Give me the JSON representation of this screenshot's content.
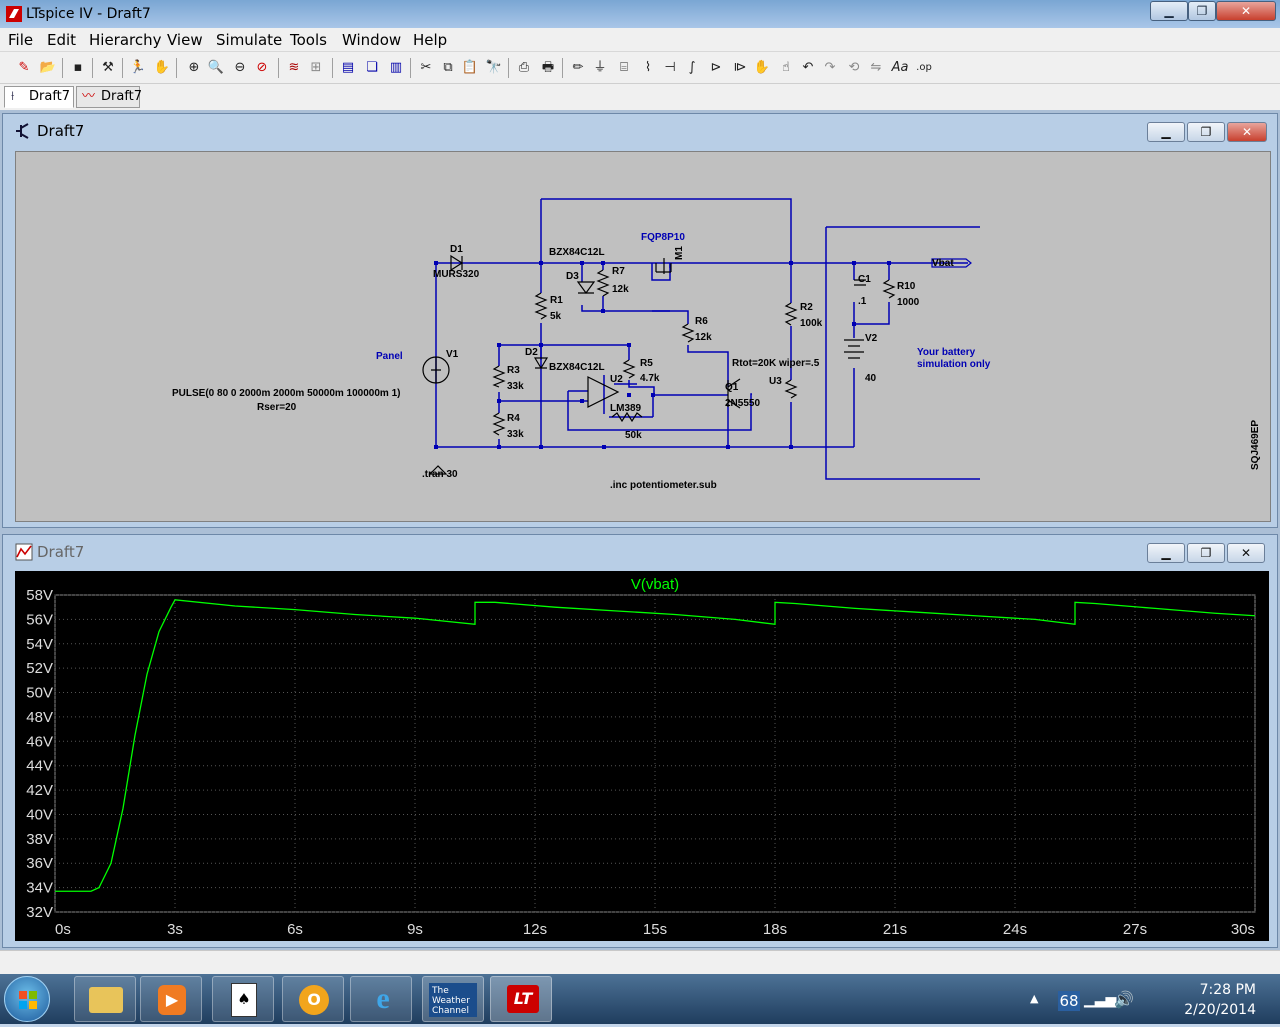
{
  "window": {
    "title": "LTspice IV - Draft7"
  },
  "menu": [
    "File",
    "Edit",
    "Hierarchy",
    "View",
    "Simulate",
    "Tools",
    "Window",
    "Help"
  ],
  "tabs": [
    {
      "label": "Draft7"
    },
    {
      "label": "Draft7"
    }
  ],
  "schematic": {
    "title": "Draft7",
    "labels": {
      "d1": "D1",
      "d1v": "MURS320",
      "v1": "V1",
      "panel": "Panel",
      "pulse": "PULSE(0 80 0 2000m 2000m 50000m 100000m 1)",
      "rser": "Rser=20",
      "tran": ".tran 30",
      "inc": ".inc potentiometer.sub",
      "bzx1": "BZX84C12L",
      "d3": "D3",
      "r7": "R7",
      "r7v": "12k",
      "fqp": "FQP8P10",
      "m1": "M1",
      "r1": "R1",
      "r1v": "5k",
      "d2": "D2",
      "bzx2": "BZX84C12L",
      "r3": "R3",
      "r3v": "33k",
      "r4": "R4",
      "r4v": "33k",
      "r5": "R5",
      "r5v": "4.7k",
      "u2": "U2",
      "lm": "LM389",
      "pot": "50k",
      "r6": "R6",
      "r6v": "12k",
      "rtot": "Rtot=20K wiper=.5",
      "q1": "Q1",
      "q1v": "2N5550",
      "u3": "U3",
      "r2": "R2",
      "r2v": "100k",
      "c1": "C1",
      "c1v": ".1",
      "r10": "R10",
      "r10v": "1000",
      "v2": "V2",
      "v2v": "40",
      "vbat": "Vbat",
      "yb1": "Your battery",
      "yb2": "simulation only",
      "sqj": "SQJ469EP"
    }
  },
  "plot": {
    "title": "Draft7"
  },
  "chart_data": {
    "type": "line",
    "title": "V(vbat)",
    "xlabel": "",
    "ylabel": "",
    "xlim": [
      0,
      30
    ],
    "ylim": [
      32,
      58
    ],
    "x_ticks": [
      "0s",
      "3s",
      "6s",
      "9s",
      "12s",
      "15s",
      "18s",
      "21s",
      "24s",
      "27s",
      "30s"
    ],
    "y_ticks": [
      "58V",
      "56V",
      "54V",
      "52V",
      "50V",
      "48V",
      "46V",
      "44V",
      "42V",
      "40V",
      "38V",
      "36V",
      "34V",
      "32V"
    ],
    "series": [
      {
        "name": "V(vbat)",
        "color": "#00ff00",
        "x": [
          0,
          0.9,
          1.1,
          1.4,
          1.7,
          2.0,
          2.3,
          2.6,
          2.9,
          3.0,
          4.5,
          6.0,
          7.5,
          9.0,
          10.5,
          10.5,
          11.0,
          12.5,
          14.0,
          15.5,
          17.0,
          18.0,
          18.0,
          18.5,
          20.0,
          21.5,
          23.0,
          24.5,
          25.5,
          25.5,
          26.0,
          27.5,
          29.0,
          30.0
        ],
        "y": [
          33.7,
          33.7,
          34.0,
          36.0,
          40.5,
          46.5,
          51.5,
          55.0,
          57.0,
          57.6,
          57.1,
          56.8,
          56.4,
          56.1,
          55.6,
          57.4,
          57.4,
          57.0,
          56.7,
          56.4,
          56.0,
          55.6,
          57.4,
          57.3,
          56.9,
          56.6,
          56.3,
          56.0,
          55.6,
          57.4,
          57.3,
          56.9,
          56.5,
          56.3
        ]
      }
    ]
  },
  "taskbar": {
    "time": "7:28 PM",
    "date": "2/20/2014",
    "weather_temp": "68",
    "weather_app": "The Weather Channel"
  }
}
